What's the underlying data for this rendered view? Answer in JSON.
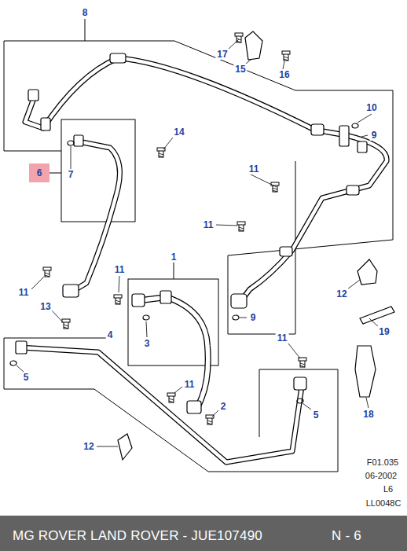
{
  "diagram": {
    "labels": [
      "8",
      "17",
      "15",
      "16",
      "10",
      "9",
      "14",
      "6",
      "7",
      "11",
      "11",
      "11",
      "11",
      "12",
      "9",
      "1",
      "3",
      "13",
      "19",
      "4",
      "11",
      "5",
      "11",
      "2",
      "5",
      "18",
      "12",
      "F01.035",
      "06-2002",
      "L6",
      "LL0048C",
      "MG ROVER LAND ROVER - JUE107490",
      "N - 6"
    ]
  }
}
